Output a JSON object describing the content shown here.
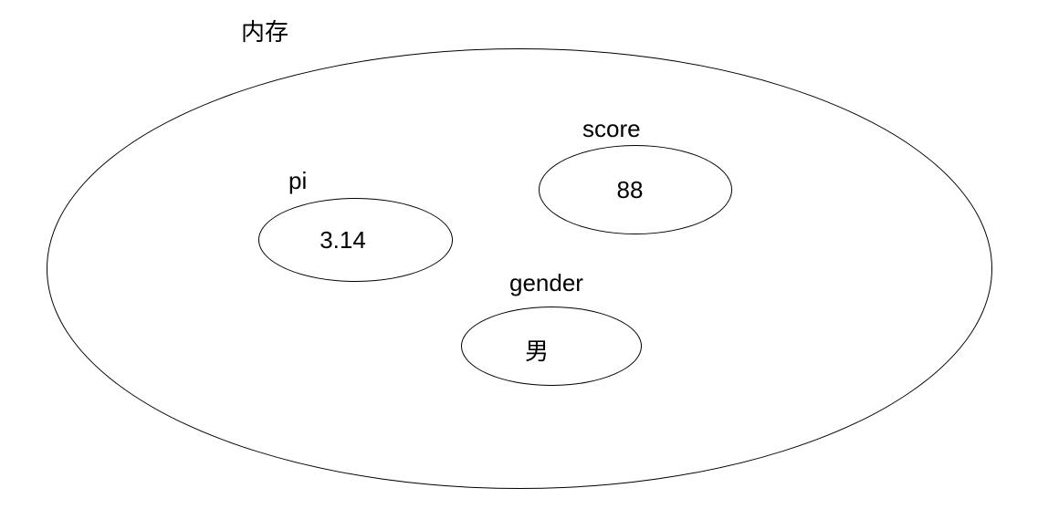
{
  "diagram": {
    "container_label": "内存",
    "variables": [
      {
        "name": "pi",
        "value": "3.14"
      },
      {
        "name": "score",
        "value": "88"
      },
      {
        "name": "gender",
        "value": "男"
      }
    ],
    "colors": {
      "stroke": "#000000",
      "text": "#000000",
      "background": "#ffffff"
    }
  }
}
